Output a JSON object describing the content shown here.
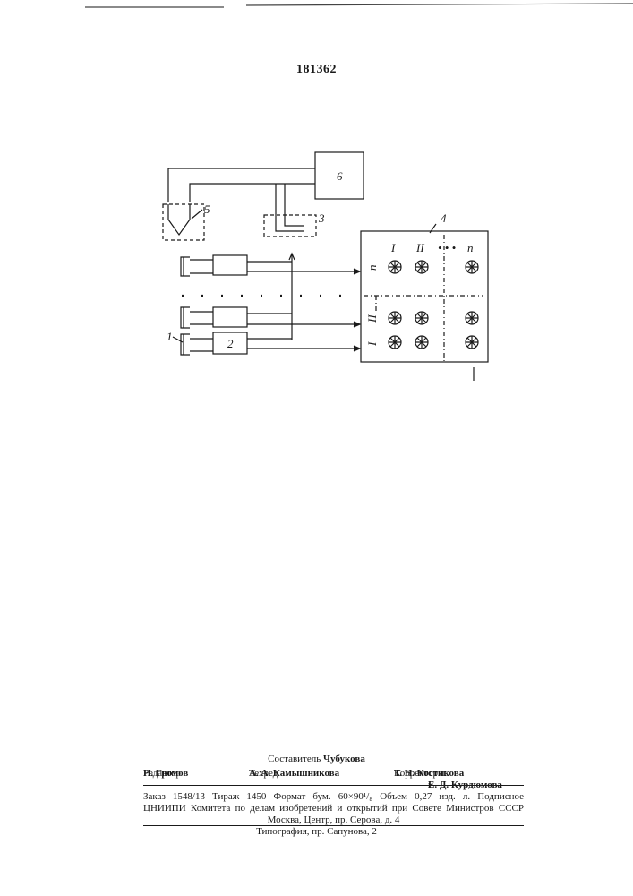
{
  "header": {
    "patent_number": "181362"
  },
  "diagram": {
    "labels": {
      "block_6": "6",
      "block_5": "5",
      "block_3": "3",
      "block_4": "4",
      "sensor_1": "1",
      "unit_2": "2",
      "col_I": "I",
      "col_II": "II",
      "col_dots": "• • •",
      "col_n": "n",
      "row_n": "n",
      "row_II": "II",
      "row_I": "I"
    }
  },
  "footer": {
    "compiler_label": "Составитель",
    "compiler_name": "Чубукова",
    "editor_label": "Редактор",
    "editor_name": "Н. Громов",
    "techred_label": "Техред",
    "techred_name": "А. А. Камышникова",
    "correctors_label": "Корректоры:",
    "corrector_1": "Т. Н. Костикова",
    "corrector_and": "и",
    "corrector_2": "Е. Д. Курдюмова",
    "pub_line_1": "Заказ 1548/13 Тираж 1450 Формат бум. 60×90¹/₈ Объем 0,27 изд. л. Подписное",
    "pub_line_2": "ЦНИИПИ Комитета по делам изобретений и открытий при Совете Министров СССР",
    "pub_line_3": "Москва, Центр, пр. Серова, д. 4",
    "printing": "Типография, пр. Сапунова, 2"
  }
}
